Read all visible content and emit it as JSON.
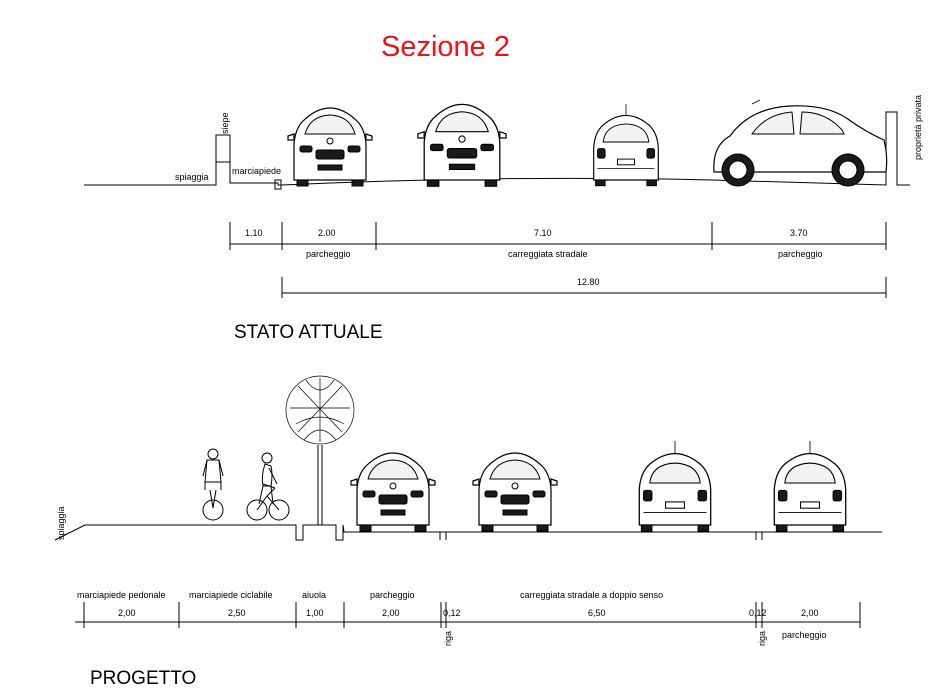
{
  "title": "Sezione 2",
  "colors": {
    "title": "#e8141a",
    "lines": "#000000",
    "background": "#ffffff"
  },
  "current": {
    "heading": "STATO ATTUALE",
    "labels": {
      "beach": "spiaggia",
      "hedge": "siepe",
      "sidewalk": "marciapiede",
      "private": "proprietà privata"
    },
    "dimensions": {
      "d1": "1.10",
      "d2": "2.00",
      "d3": "7.10",
      "d4": "3.70",
      "total": "12.80"
    },
    "dimension_labels": {
      "parking_left": "parcheggio",
      "roadway": "carreggiata stradale",
      "parking_right": "parcheggio"
    }
  },
  "project": {
    "heading": "PROGETTO",
    "labels": {
      "beach": "spiaggia",
      "stripe_left": "riga",
      "stripe_right": "riga"
    },
    "segment_labels": {
      "sidewalk": "marciapiede pedonale",
      "cycle": "marciapiede ciclabile",
      "planter": "aiuola",
      "parking_left": "parcheggio",
      "roadway": "carreggiata stradale a doppio senso",
      "parking_right": "parcheggio"
    },
    "dimensions": {
      "sidewalk": "2,00",
      "cycle": "2,50",
      "planter": "1,00",
      "parking_left": "2,00",
      "stripe_left": "0,12",
      "roadway": "6,50",
      "stripe_right": "0,12",
      "parking_right": "2,00"
    }
  }
}
